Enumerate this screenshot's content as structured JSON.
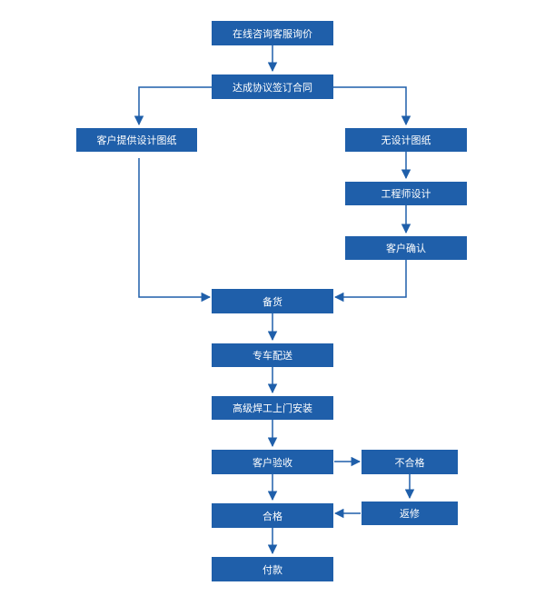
{
  "colors": {
    "box": "#1f5faa",
    "line": "#1f5faa",
    "text": "#ffffff",
    "background": "#ffffff"
  },
  "nodes": {
    "online_inquiry": "在线咨询客服询价",
    "sign_contract": "达成协议签订合同",
    "client_drawings": "客户提供设计图纸",
    "no_drawings": "无设计图纸",
    "engineer_design": "工程师设计",
    "client_confirm": "客户确认",
    "stock_prep": "备货",
    "delivery": "专车配送",
    "install": "高级焊工上门安装",
    "acceptance": "客户验收",
    "unqualified": "不合格",
    "rework": "返修",
    "qualified": "合格",
    "payment": "付款"
  }
}
